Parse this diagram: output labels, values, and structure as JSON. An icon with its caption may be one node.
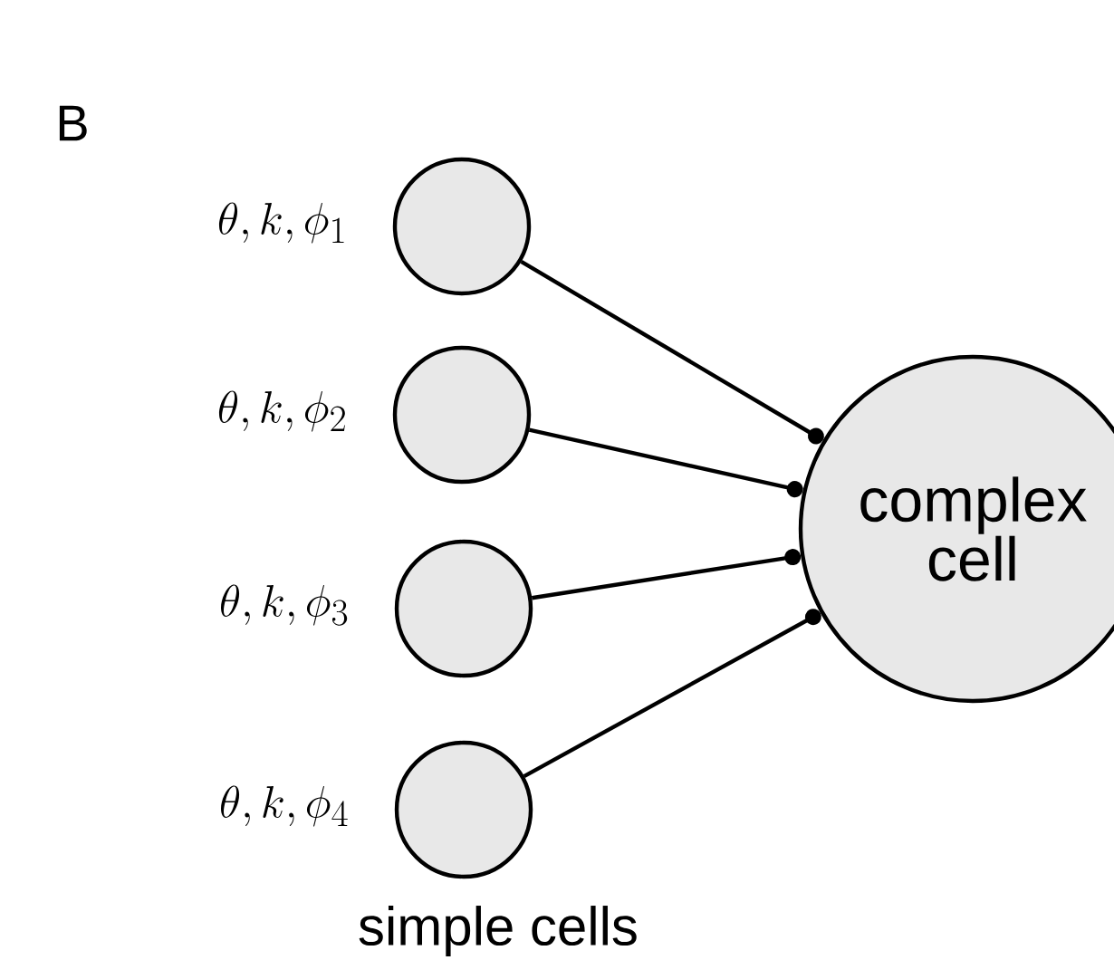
{
  "diagram": {
    "nodes": [
      {
        "text": [],
        "shape": "circle",
        "beside": [
          "\\theta, k, \\phi_1"
        ]
      },
      {
        "text": [],
        "shape": "circle",
        "beside": [
          "\\theta, k, \\phi_2"
        ]
      },
      {
        "text": [],
        "shape": "circle",
        "beside": [
          "\\theta, k, \\phi_3"
        ]
      },
      {
        "text": [],
        "shape": "circle",
        "beside": [
          "\\theta, k, \\phi_4"
        ]
      },
      {
        "text": [
          "complex cell"
        ]
      }
    ],
    "edges": [
      {
        "from": 0,
        "to": 4,
        "arrow": "other"
      },
      {
        "from": 1,
        "to": 4,
        "arrow": "other"
      },
      {
        "from": 2,
        "to": 4,
        "arrow": "other"
      },
      {
        "from": 3,
        "to": 4,
        "arrow": "other"
      }
    ],
    "labels": [
      "B",
      "simple cells"
    ]
  }
}
